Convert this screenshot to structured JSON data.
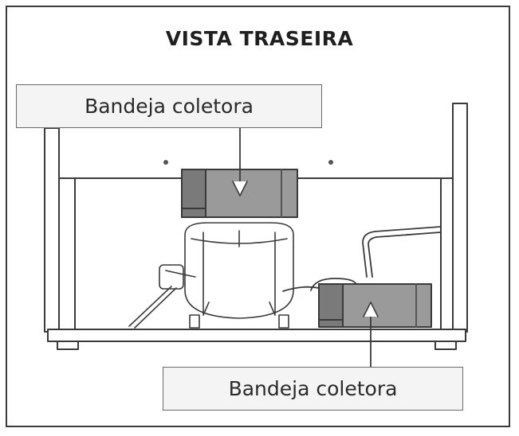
{
  "diagram": {
    "title": "VISTA TRASEIRA",
    "labels": {
      "top": "Bandeja coletora",
      "bottom": "Bandeja coletora"
    }
  },
  "colors": {
    "line": "#3a3a3a",
    "tray_fill": "#9a9a9a",
    "tray_dark": "#6f6f6f",
    "label_fill": "#f4f4f4"
  }
}
